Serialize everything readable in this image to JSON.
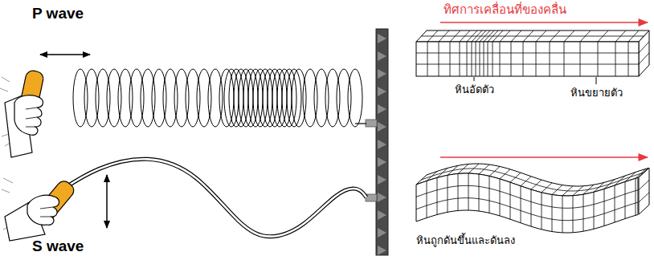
{
  "diagram": {
    "labels": [
      "P wave",
      "ทิศการเคลื่อนที่ของคลื่น",
      "หินอัดตัว",
      "หินขยายตัว",
      "S wave",
      "หินถูกดันขึ้นและดันลง"
    ]
  }
}
